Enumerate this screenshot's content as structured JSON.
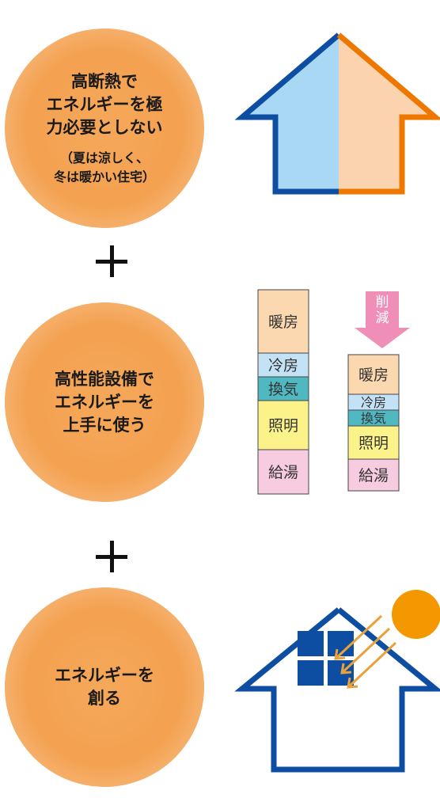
{
  "section1": {
    "main_text": "高断熱で\nエネルギーを極\n力必要としない",
    "sub_text": "（夏は涼しく、\n冬は暖かい住宅）"
  },
  "plus_1": "+",
  "section2": {
    "main_text": "高性能設備で\nエネルギーを\n上手に使う"
  },
  "plus_2": "+",
  "section3": {
    "main_text": "エネルギーを\n創る"
  },
  "energy_chart": {
    "reduce_label": [
      "削",
      "減"
    ],
    "before": [
      {
        "label": "暖房",
        "color": "#fbd8b0"
      },
      {
        "label": "冷房",
        "color": "#c3e2f6"
      },
      {
        "label": "換気",
        "color": "#4fb8c0"
      },
      {
        "label": "照明",
        "color": "#fbf38a"
      },
      {
        "label": "給湯",
        "color": "#f7cce0"
      }
    ],
    "after": [
      {
        "label": "暖房",
        "color": "#fbd8b0"
      },
      {
        "label": "冷房",
        "color": "#c3e2f6"
      },
      {
        "label": "換気",
        "color": "#4fb8c0"
      },
      {
        "label": "照明",
        "color": "#fbf38a"
      },
      {
        "label": "給湯",
        "color": "#f7cce0"
      }
    ]
  },
  "colors": {
    "house_blue": "#0d4ea3",
    "house_orange": "#ee7700",
    "house_fill_blue": "#a9d8f4",
    "house_fill_orange": "#fbd3ae",
    "sun": "#f39800",
    "ray": "#e9a23b",
    "reduce_arrow": "#ef8fb8"
  }
}
